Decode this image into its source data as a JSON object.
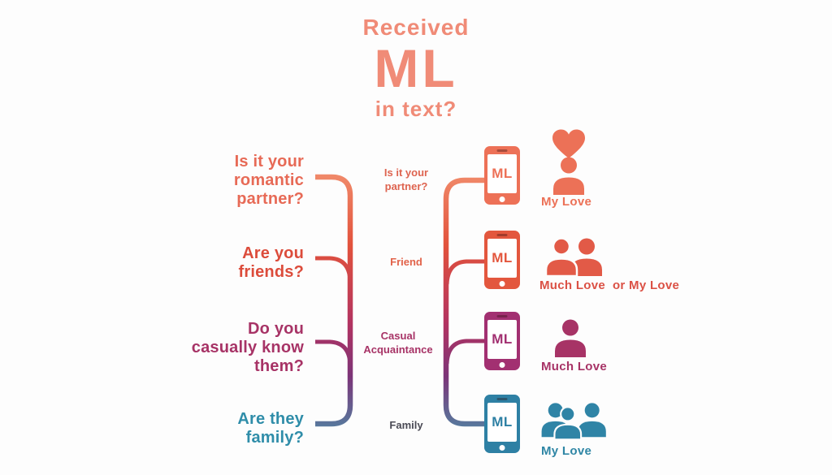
{
  "background": "#FDFDFD",
  "title": {
    "top": "Received",
    "main": "ML",
    "bottom": "in text?",
    "color": "#F08B77"
  },
  "connector_gradient": [
    "#F2906F",
    "#E2523C",
    "#B23361",
    "#7C3478",
    "#567B9E"
  ],
  "rows": [
    {
      "question": "Is it your\nromantic\npartner?",
      "question_color": "#E76A56",
      "label": "Is it your\npartner?",
      "label_color": "#DE6450",
      "phone_text": "ML",
      "phone_color": "#ED7157",
      "icon": "heart-person",
      "icon_color": "#EC7157",
      "meaning": "My Love",
      "meaning_color": "#EC7157"
    },
    {
      "question": "Are you\nfriends?",
      "question_color": "#DC4C3B",
      "label": "Friend",
      "label_color": "#E2634A",
      "phone_text": "ML",
      "phone_color": "#E3573E",
      "icon": "two-people",
      "icon_color": "#E25A47",
      "meaning": "Much Love  or My Love",
      "meaning_color": "#DB5145"
    },
    {
      "question": "Do you\ncasually know\nthem?",
      "question_color": "#A73366",
      "label": "Casual\nAcquaintance",
      "label_color": "#A73366",
      "phone_text": "ML",
      "phone_color": "#A23071",
      "icon": "one-person",
      "icon_color": "#A73366",
      "meaning": "Much Love",
      "meaning_color": "#A73366"
    },
    {
      "question": "Are they\nfamily?",
      "question_color": "#2F8DA9",
      "label": "Family",
      "label_color": "#4A4A55",
      "phone_text": "ML",
      "phone_color": "#2E80A4",
      "icon": "three-people",
      "icon_color": "#2F84A6",
      "meaning": "My Love",
      "meaning_color": "#2F86A5"
    }
  ]
}
